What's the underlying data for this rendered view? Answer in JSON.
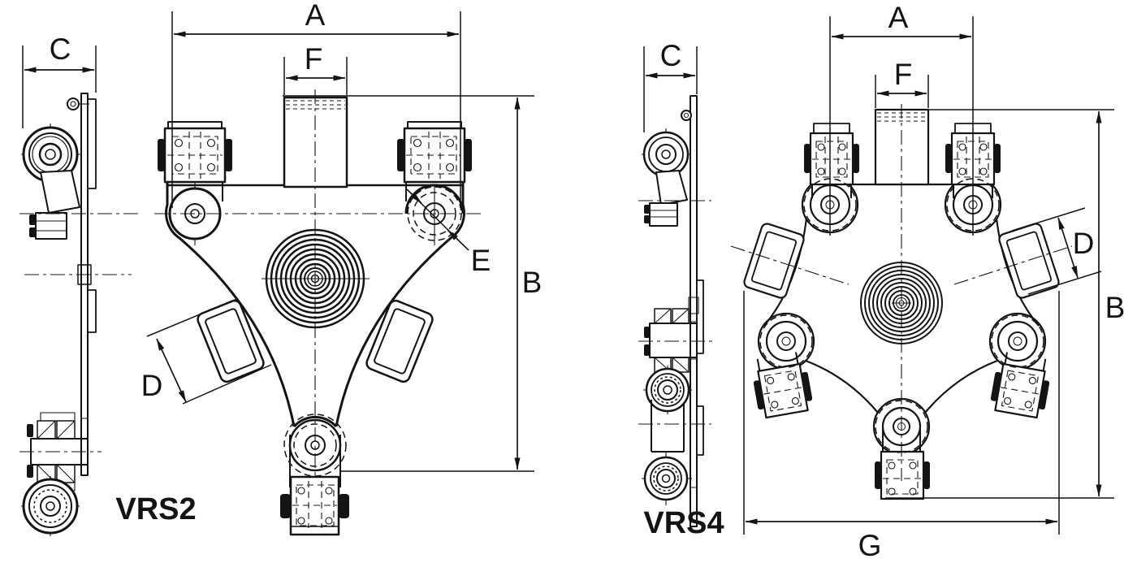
{
  "page": {
    "background": "#ffffff",
    "line_color": "#141414"
  },
  "drawings": [
    {
      "model_label": "VRS2",
      "dims": {
        "A": "A",
        "B": "B",
        "C": "C",
        "D": "D",
        "E": "E",
        "F": "F"
      }
    },
    {
      "model_label": "VRS4",
      "dims": {
        "A": "A",
        "B": "B",
        "C": "C",
        "D": "D",
        "F": "F",
        "G": "G"
      }
    }
  ]
}
